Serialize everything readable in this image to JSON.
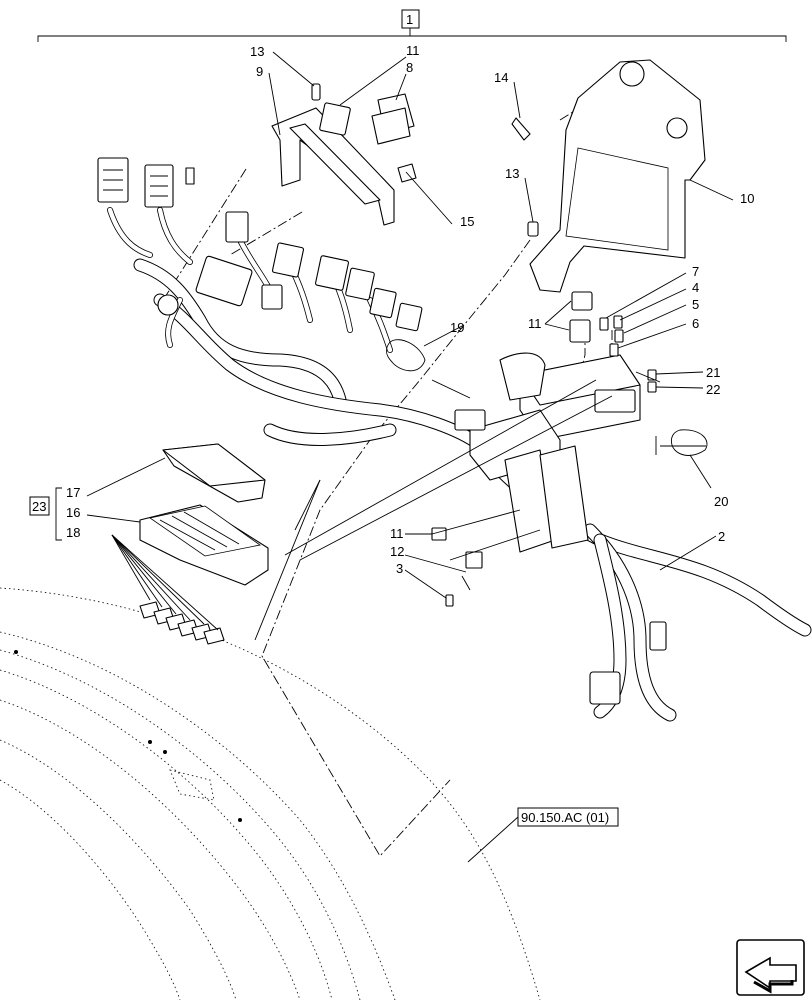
{
  "assembly_label": "1",
  "kit_label": "23",
  "reference_label": "90.150.AC (01)",
  "callouts": {
    "n2": "2",
    "n3": "3",
    "n4": "4",
    "n5": "5",
    "n6": "6",
    "n7": "7",
    "n8": "8",
    "n9": "9",
    "n10": "10",
    "n11a": "11",
    "n11b": "11",
    "n11c": "11",
    "n12": "12",
    "n13a": "13",
    "n13b": "13",
    "n14": "14",
    "n15": "15",
    "n16": "16",
    "n17": "17",
    "n18": "18",
    "n19": "19",
    "n20": "20",
    "n21": "21",
    "n22": "22"
  },
  "navigation_icon": "previous-arrow-icon"
}
